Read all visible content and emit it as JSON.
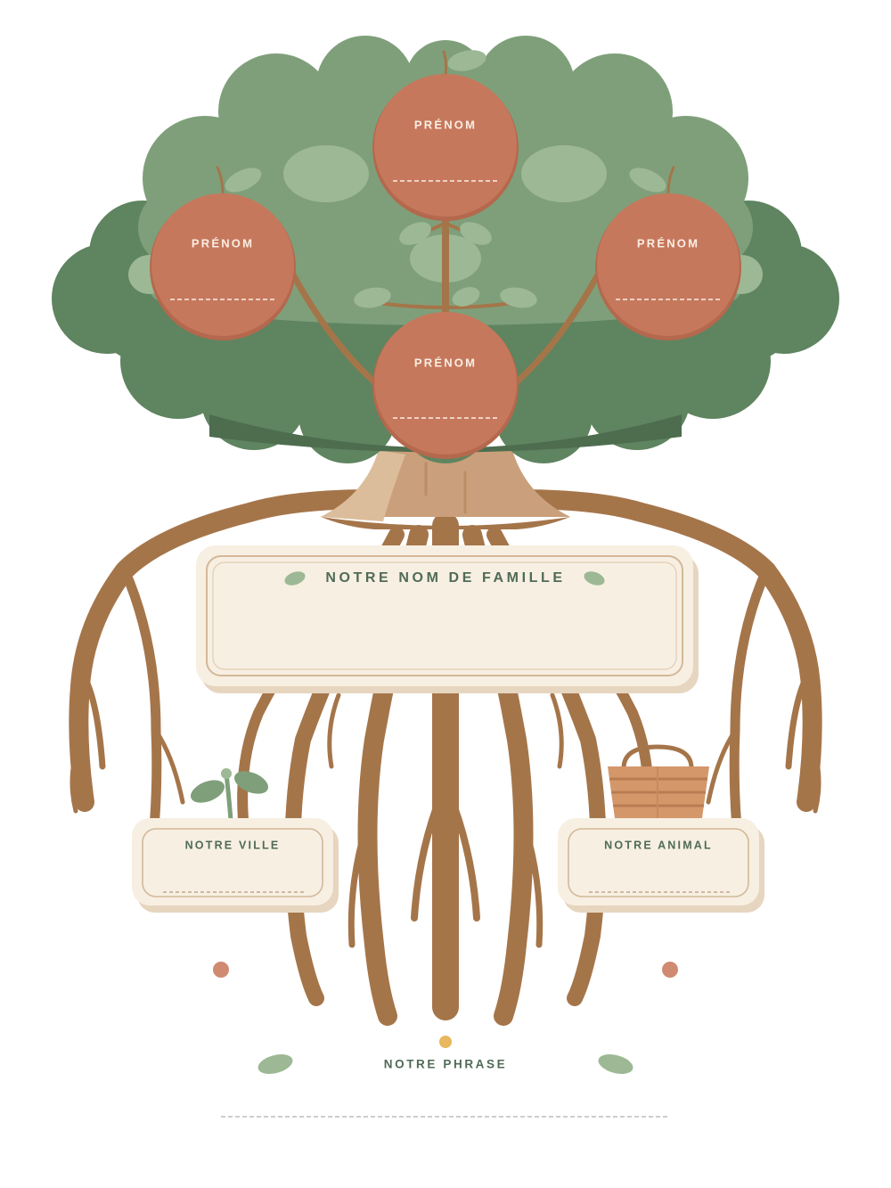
{
  "poster": {
    "member_labels": [
      "PRÉNOM",
      "PRÉNOM",
      "PRÉNOM",
      "PRÉNOM"
    ],
    "family_name_label": "NOTRE NOM DE FAMILLE",
    "city_label": "NOTRE VILLE",
    "pet_label": "NOTRE ANIMAL",
    "motto_label": "NOTRE PHRASE"
  },
  "colors": {
    "canopy_dark": "#5f8460",
    "canopy_light": "#7f9f7a",
    "leaf_pale": "#9db894",
    "apple": "#c6785c",
    "trunk": "#c9a07b",
    "roots": "#a5754a",
    "card_fill": "#f7efe2",
    "card_shadow": "#e6d5bf",
    "label_text": "#4f6b57"
  },
  "icons": [
    "apple-icon",
    "leaf-icon",
    "sprout-icon",
    "basket-icon"
  ]
}
